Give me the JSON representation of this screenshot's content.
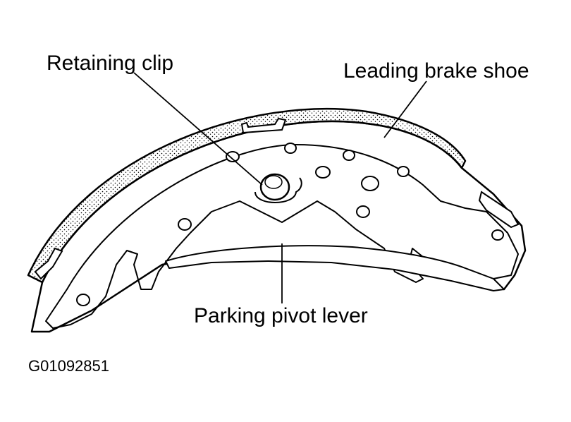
{
  "labels": {
    "retaining_clip": "Retaining clip",
    "leading_brake_shoe": "Leading brake shoe",
    "parking_pivot_lever": "Parking pivot lever"
  },
  "figure_code": "G01092851"
}
